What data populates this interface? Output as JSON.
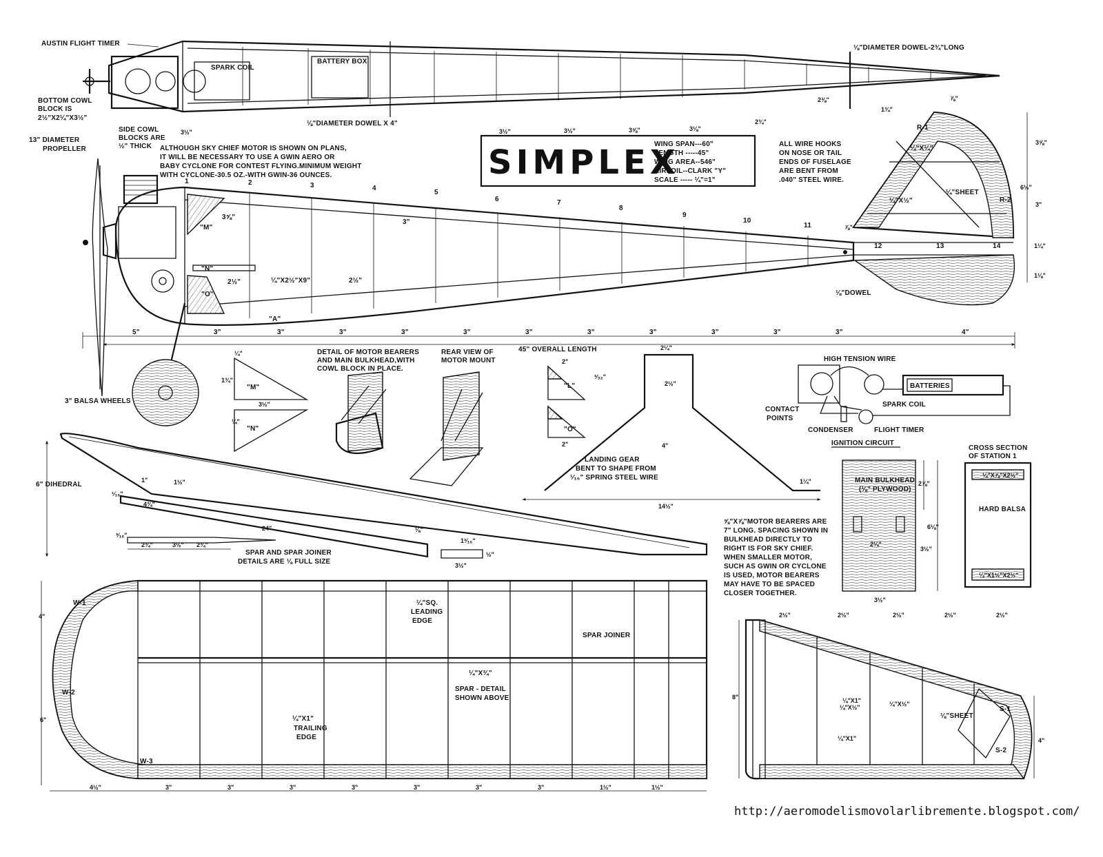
{
  "title": "SIMPLEX",
  "specs": {
    "wing_span": "WING SPAN---60\"",
    "length": "LENGTH -----45\"",
    "wing_area": "WING AREA--546\"",
    "airfoil": "AIRFOIL--CLARK \"Y\"",
    "scale": "SCALE ----- ¼\"=1\""
  },
  "url": "http://aeromodelismovolarlibremente.blogspot.com/",
  "top_view": {
    "flight_timer": "AUSTIN FLIGHT TIMER",
    "spark_coil": "SPARK COIL",
    "battery_box": "BATTERY BOX",
    "dowel_top": "⅛\"DIAMETER DOWEL-2¾\"LONG",
    "dowel_bottom": "⅛\"DIAMETER DOWEL X 4\"",
    "bottom_cowl": [
      "BOTTOM COWL",
      "BLOCK IS",
      "2½\"X2¼\"X3½\""
    ],
    "side_cowl": [
      "SIDE COWL",
      "BLOCKS ARE",
      "½\" THICK"
    ],
    "propeller": [
      "13\" DIAMETER",
      "PROPELLER"
    ],
    "widths": [
      "3½\"",
      "3½\"",
      "3½\"",
      "3⅝\"",
      "3⅛\"",
      "2¾\"",
      "2⅜\"",
      "1¾\"",
      "⅞\""
    ]
  },
  "notes": {
    "motor_note": [
      "ALTHOUGH SKY CHIEF MOTOR IS SHOWN ON PLANS,",
      "IT WILL BE NECESSARY TO USE A GWIN AERO OR",
      "BABY CYCLONE FOR CONTEST FLYING.MINIMUM WEIGHT",
      "WITH CYCLONE-30.5 OZ.-WITH GWIN-36 OUNCES."
    ],
    "wire_hooks": [
      "ALL WIRE HOOKS",
      "ON NOSE OR TAIL",
      "ENDS OF FUSELAGE",
      "ARE BENT FROM",
      ".040\" STEEL WIRE."
    ],
    "bearer_note": [
      "⅝\"X⅞\"MOTOR BEARERS ARE",
      "7\" LONG. SPACING SHOWN IN",
      "BULKHEAD DIRECTLY TO",
      "RIGHT IS FOR SKY CHIEF.",
      "WHEN SMALLER MOTOR,",
      "SUCH AS GWIN OR CYCLONE",
      "IS USED, MOTOR BEARERS",
      "MAY HAVE TO BE SPACED",
      "CLOSER TOGETHER."
    ]
  },
  "side_view": {
    "stations": [
      "1",
      "2",
      "3",
      "4",
      "5",
      "6",
      "7",
      "8",
      "9",
      "10",
      "11",
      "12",
      "13",
      "14"
    ],
    "spacings": [
      "5\"",
      "3\"",
      "3\"",
      "3\"",
      "3\"",
      "3\"",
      "3\"",
      "3\"",
      "3\"",
      "3\"",
      "3\"",
      "3\"",
      "4\""
    ],
    "overall": "45\" OVERALL LENGTH",
    "labels": {
      "m": "\"M\"",
      "n": "\"N\"",
      "o": "\"O\"",
      "a": "\"A\"",
      "spar": "¼\"X2½\"X9\"",
      "h1": "3⅝\"",
      "h2": "2½\"",
      "h3": "3\"",
      "h4": "2½\"",
      "dowel": "⅛\"DOWEL"
    }
  },
  "tail": {
    "r1": "R-1",
    "r2": "R-2",
    "s1": "¼\"X¼\"",
    "s2": "¼\"X½\"",
    "sheet": "¼\"SHEET",
    "dims": [
      "3⅝\"",
      "6½\"",
      "3\"",
      "⅞\"",
      "1¼\"",
      "1⅛\""
    ]
  },
  "details": {
    "wheels": "3\" BALSA WHEELS",
    "motor_bearers": [
      "DETAIL OF MOTOR BEARERS",
      "AND MAIN BULKHEAD,WITH",
      "COWL BLOCK IN PLACE."
    ],
    "rear_view": [
      "REAR VIEW OF",
      "MOTOR MOUNT"
    ],
    "landing_gear": [
      "LANDING GEAR",
      "BENT TO SHAPE FROM",
      "¹⁄₁₆\" SPRING STEEL WIRE"
    ],
    "lg_dims": [
      "2¼\"",
      "2½\"",
      "4\"",
      "14½\"",
      "1¼\""
    ],
    "mn_dims": [
      "¼\"",
      "1¾\"",
      "3½\"",
      "¼\""
    ],
    "lo_dims": [
      "2\"",
      "³⁄₃₂\"",
      "2\""
    ],
    "bulkheads": {
      "m": "\"M\"",
      "n": "\"N\"",
      "l": "\"L\"",
      "o": "\"O\""
    }
  },
  "ignition": {
    "high_tension": "HIGH TENSION WIRE",
    "batteries": "BATTERIES",
    "contact": [
      "CONTACT",
      "POINTS"
    ],
    "spark_coil": "SPARK COIL",
    "condenser": "CONDENSER",
    "flight_timer": "FLIGHT TIMER",
    "caption": "IGNITION CIRCUIT"
  },
  "spar": {
    "dihedral": "6\" DIHEDRAL",
    "caption": [
      "SPAR AND SPAR JOINER",
      "DETAILS ARE ⅛ FULL SIZE"
    ],
    "dims": [
      "1\"",
      "1½\"",
      "4¾\"",
      "24\"",
      "¹⁄₁₆\"",
      "2¾\"",
      "3½\"",
      "2¾\"",
      "³⁄₁₆\"",
      "⅛\"",
      "1³⁄₁₆\"",
      "3½\"",
      "½\""
    ]
  },
  "bulkhead": {
    "title": [
      "MAIN BULKHEAD",
      "(⅛\" PLYWOOD)"
    ],
    "dims": [
      "2⅞\"",
      "6⅛\"",
      "3½\"",
      "2¼\"",
      "3½\""
    ],
    "cross_section": [
      "CROSS SECTION",
      "OF STATION  1"
    ],
    "hard_balsa": "HARD BALSA",
    "cs_dims": [
      "¼\"X⅞\"X2½\"",
      "¼\"X1½\"X2½\""
    ]
  },
  "wing": {
    "w1": "W-1",
    "w2": "W-2",
    "w3": "W-3",
    "leading": [
      "¼\"SQ.",
      "LEADING",
      "EDGE"
    ],
    "spar_joiner": "SPAR JOINER",
    "spar_detail": [
      "¼\"X¾\"",
      "SPAR - DETAIL",
      "SHOWN ABOVE"
    ],
    "trailing": [
      "¼\"X1\"",
      "TRAILING",
      "EDGE"
    ],
    "dims_left": [
      "4\"",
      "6\""
    ],
    "spacings": [
      "4½\"",
      "3\"",
      "3\"",
      "3\"",
      "3\"",
      "3\"",
      "3\"",
      "3\"",
      "1½\"",
      "1½\""
    ]
  },
  "stab": {
    "spacings": [
      "2½\"",
      "2½\"",
      "2½\"",
      "2½\"",
      "2½\""
    ],
    "members": [
      "¼\"X1\"",
      "¼\"X½\"",
      "¼\"X½\"",
      "¼\"X1\""
    ],
    "sheet": "⅛\"SHEET",
    "s1": "S-1",
    "s2": "S-2",
    "height": "8\"",
    "right": "4\""
  }
}
